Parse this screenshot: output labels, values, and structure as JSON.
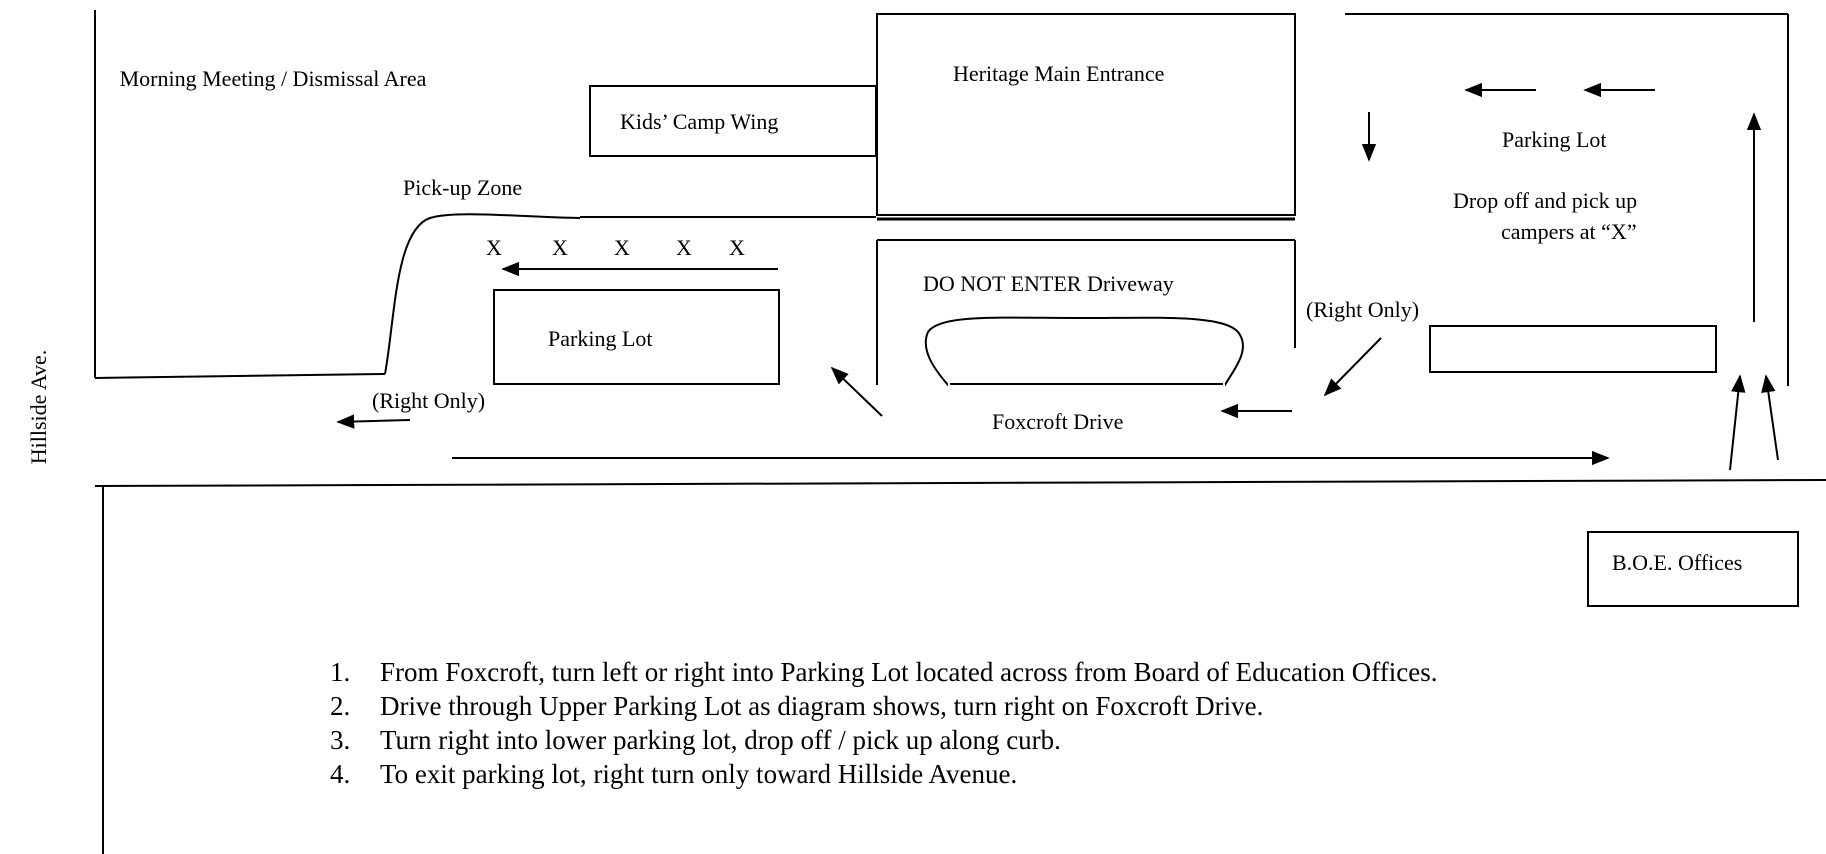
{
  "street_label": "Hillside Ave.",
  "labels": {
    "morning_meeting": "Morning Meeting / Dismissal Area",
    "kids_camp_wing": "Kids’ Camp Wing",
    "heritage_main_entrance": "Heritage Main Entrance",
    "pickup_zone": "Pick-up Zone",
    "x_marks": [
      "X",
      "X",
      "X",
      "X",
      "X"
    ],
    "parking_lot_lower": "Parking Lot",
    "do_not_enter": "DO NOT ENTER  Driveway",
    "right_only_left": "(Right Only)",
    "right_only_right": "(Right Only)",
    "foxcroft_drive": "Foxcroft Drive",
    "parking_lot_upper": "Parking Lot",
    "drop_off_line1": "Drop off and pick up",
    "drop_off_line2": "campers at “X”",
    "boe_offices": "B.O.E. Offices"
  },
  "instructions": [
    {
      "num": "1.",
      "text": "From Foxcroft, turn left or right into Parking Lot located across from Board of Education Offices."
    },
    {
      "num": "2.",
      "text": "Drive through Upper Parking Lot as diagram shows, turn right on Foxcroft Drive."
    },
    {
      "num": "3.",
      "text": "Turn right into lower parking lot, drop off / pick up along curb."
    },
    {
      "num": "4.",
      "text": "To exit parking lot, right turn only toward Hillside Avenue."
    }
  ]
}
